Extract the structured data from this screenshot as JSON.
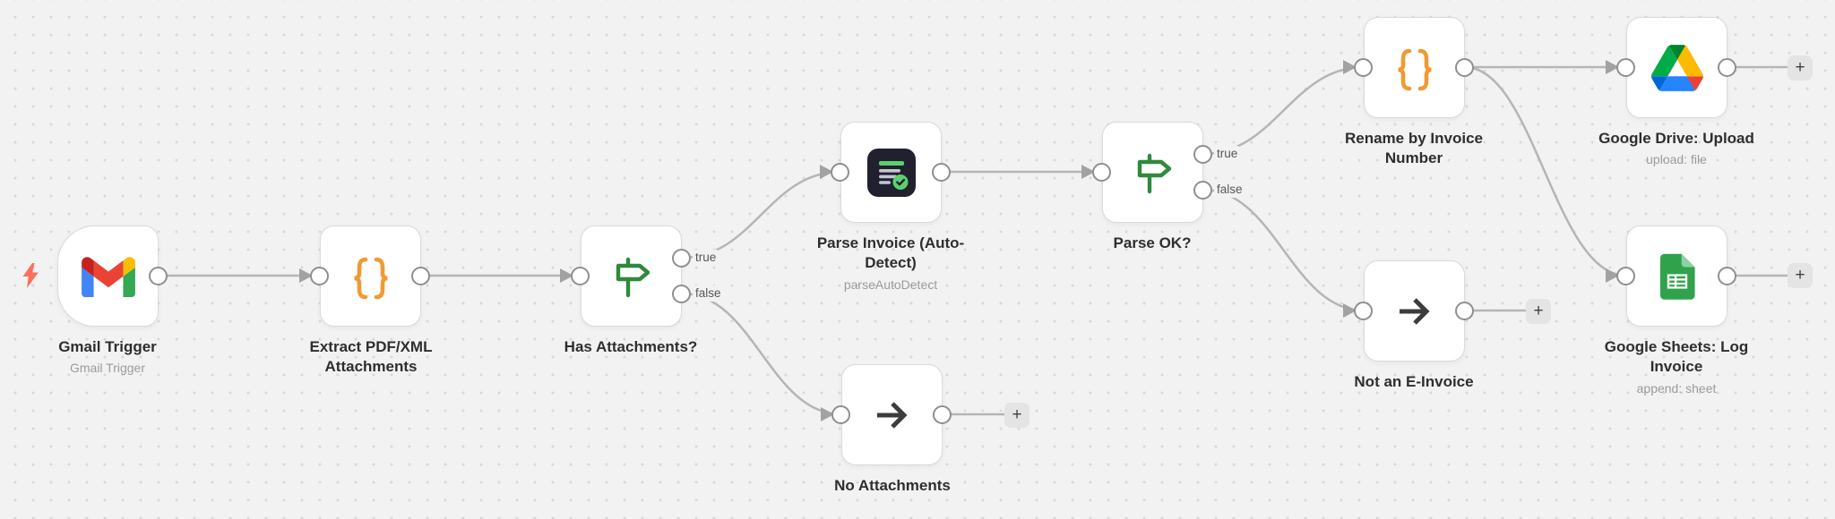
{
  "canvas": {
    "background": "#f2f2f2",
    "dot_color": "#d8d8d8",
    "wire_color": "#b5b5b5"
  },
  "colors": {
    "code_orange": "#f09a33",
    "if_green": "#2f8a3c",
    "parse_icon_bg": "#20202f",
    "parse_green": "#5ecf6e",
    "noop_dark": "#3c3c3c",
    "sheets_green": "#31a24c",
    "bolt_orange": "#ff6d5b",
    "gmail_red": "#ea4335",
    "drive_blue": "#2684fc"
  },
  "port_labels": {
    "true": "true",
    "false": "false"
  },
  "plus_label": "+",
  "nodes": [
    {
      "id": "gmail-trigger",
      "name": "Gmail Trigger",
      "subtitle": "Gmail Trigger",
      "icon": "gmail-icon",
      "type": "trigger"
    },
    {
      "id": "extract-attachments",
      "name": "Extract PDF/XML Attachments",
      "icon": "code-braces-icon"
    },
    {
      "id": "has-attachments",
      "name": "Has Attachments?",
      "icon": "signpost-icon",
      "outputs": [
        "true",
        "false"
      ]
    },
    {
      "id": "parse-invoice",
      "name": "Parse Invoice (Auto-Detect)",
      "subtitle": "parseAutoDetect",
      "icon": "extract-document-icon"
    },
    {
      "id": "parse-ok",
      "name": "Parse OK?",
      "icon": "signpost-icon",
      "outputs": [
        "true",
        "false"
      ]
    },
    {
      "id": "no-attachments",
      "name": "No Attachments",
      "icon": "arrow-right-icon"
    },
    {
      "id": "rename-by-invoice-number",
      "name": "Rename by Invoice Number",
      "icon": "code-braces-icon"
    },
    {
      "id": "not-an-e-invoice",
      "name": "Not an E-Invoice",
      "icon": "arrow-right-icon"
    },
    {
      "id": "google-drive-upload",
      "name": "Google Drive: Upload",
      "subtitle": "upload: file",
      "icon": "google-drive-icon"
    },
    {
      "id": "google-sheets-log",
      "name": "Google Sheets: Log Invoice",
      "subtitle": "append: sheet",
      "icon": "google-sheets-icon"
    }
  ]
}
